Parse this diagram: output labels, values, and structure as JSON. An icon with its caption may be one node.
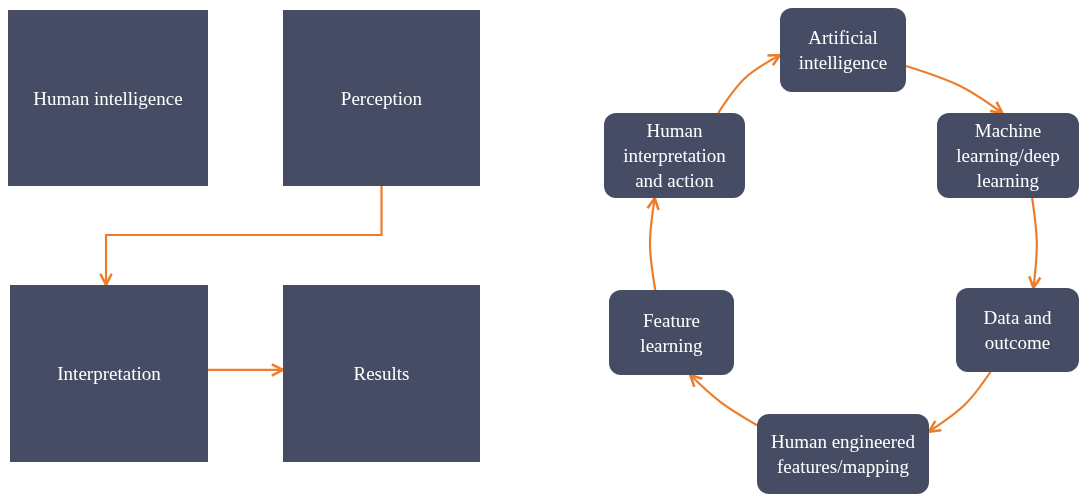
{
  "diagram": {
    "nodes": [
      {
        "text": [
          "Human intelligence"
        ]
      },
      {
        "text": [
          "Perception"
        ]
      },
      {
        "text": [
          "Interpretation"
        ]
      },
      {
        "text": [
          "Results"
        ]
      },
      {
        "text": [
          "Artificial intelligence"
        ]
      },
      {
        "text": [
          "Machine learning/deep learning"
        ]
      },
      {
        "text": [
          "Data and outcome"
        ]
      },
      {
        "text": [
          "Human engineered features/mapping"
        ]
      },
      {
        "text": [
          "Feature learning"
        ]
      },
      {
        "text": [
          "Human interpretation and action"
        ]
      }
    ],
    "edges": [
      {
        "from": 1,
        "to": 2,
        "arrow": "to"
      },
      {
        "from": 2,
        "to": 3,
        "arrow": "to"
      },
      {
        "from": 4,
        "to": 5,
        "arrow": "to"
      },
      {
        "from": 5,
        "to": 6,
        "arrow": "to"
      },
      {
        "from": 6,
        "to": 7,
        "arrow": "to"
      },
      {
        "from": 7,
        "to": 8,
        "arrow": "to"
      },
      {
        "from": 8,
        "to": 9,
        "arrow": "to"
      },
      {
        "from": 9,
        "to": 4,
        "arrow": "to"
      }
    ]
  }
}
